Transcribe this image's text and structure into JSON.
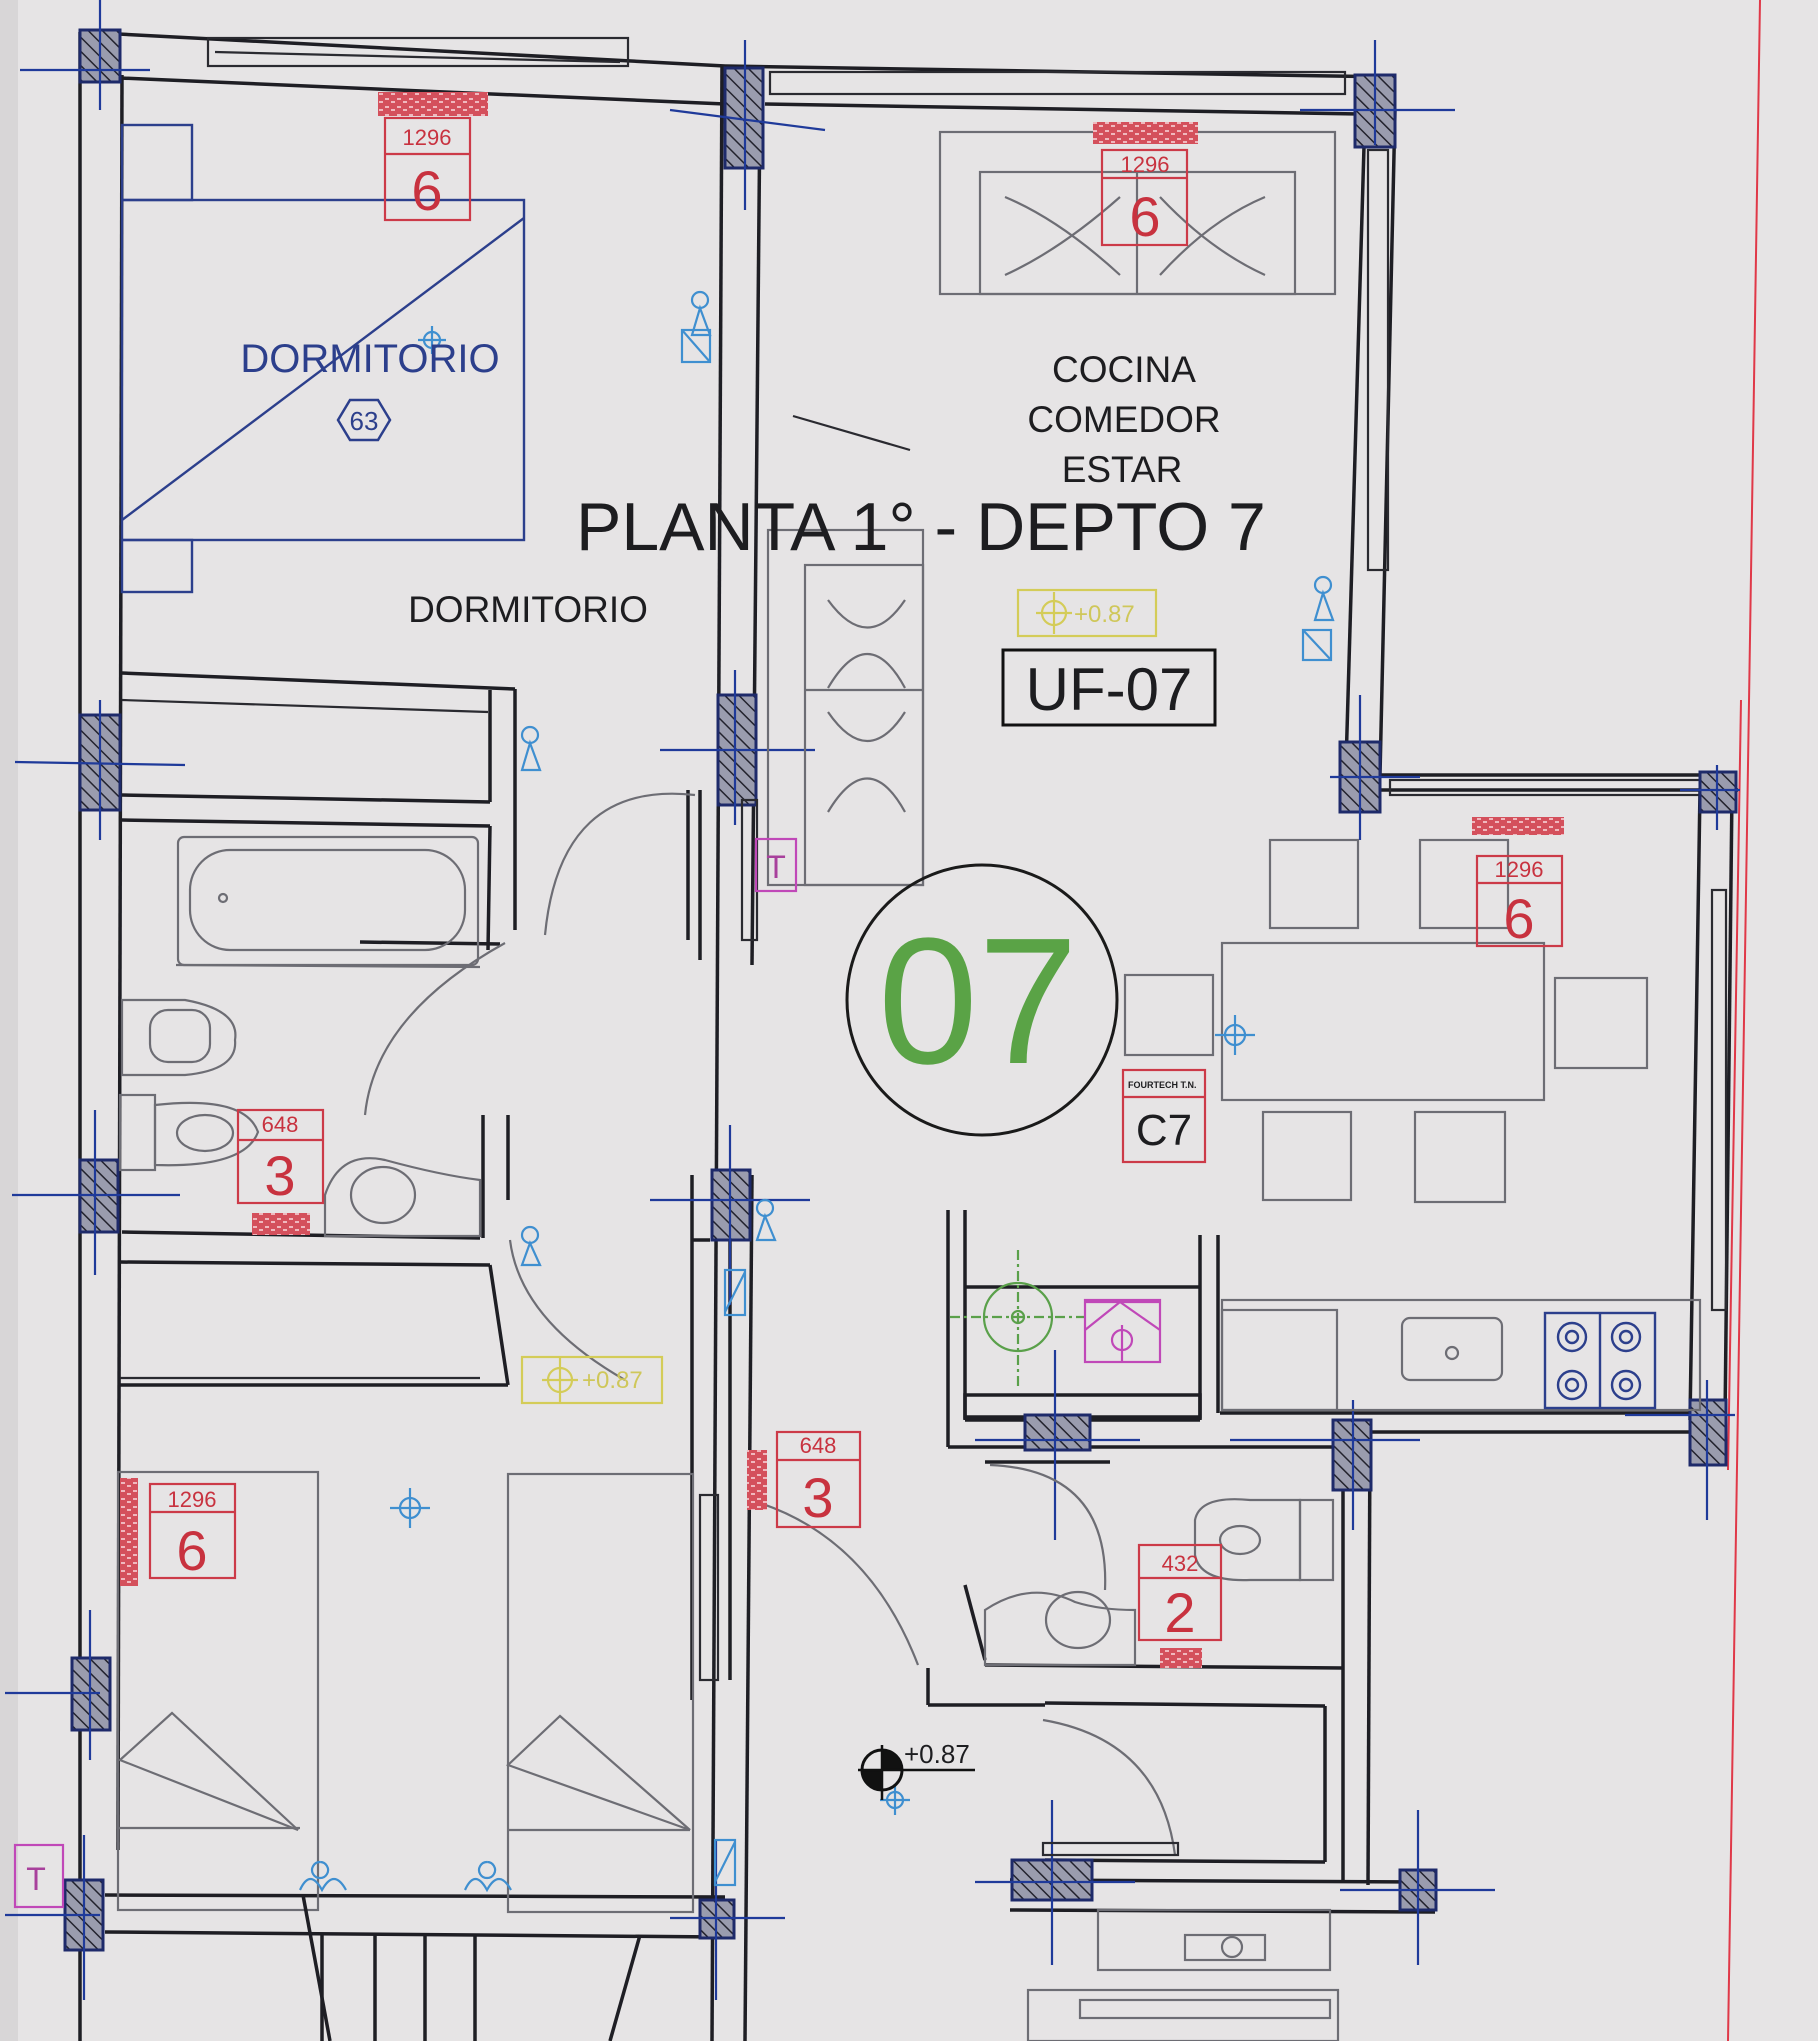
{
  "plan": {
    "title": "PLANTA 1° - DEPTO 7",
    "unit_code": "UF-07",
    "unit_number": "07",
    "level_marker": "+0.87"
  },
  "rooms": [
    {
      "name": "DORMITORIO",
      "color": "#2c3f8c",
      "tag": "63"
    },
    {
      "name": "DORMITORIO",
      "color": "#1d1d20"
    },
    {
      "name_lines": [
        "COCINA",
        "COMEDOR",
        "ESTAR"
      ],
      "color": "#1d1d20"
    }
  ],
  "heating_tags": [
    {
      "location": "dormitorio-1",
      "capacity": "1296",
      "units": "6"
    },
    {
      "location": "cocina-comedor-estar-top",
      "capacity": "1296",
      "units": "6"
    },
    {
      "location": "comedor-right",
      "capacity": "1296",
      "units": "6"
    },
    {
      "location": "bano-principal",
      "capacity": "648",
      "units": "3"
    },
    {
      "location": "dormitorio-2",
      "capacity": "1296",
      "units": "6"
    },
    {
      "location": "pasillo",
      "capacity": "648",
      "units": "3"
    },
    {
      "location": "bano-2",
      "capacity": "432",
      "units": "2"
    }
  ],
  "boiler_tag": {
    "brand": "FOURTECH T.N.",
    "code": "C7"
  },
  "level_tags": [
    {
      "value": "+0.87",
      "color": "#cfc75a",
      "location": "cocina"
    },
    {
      "value": "+0.87",
      "color": "#cfc75a",
      "location": "pasillo"
    },
    {
      "value": "+0.87",
      "color": "#1d1d20",
      "location": "acceso"
    }
  ],
  "symbols": {
    "thermostat": "T"
  },
  "colors": {
    "paper": "#e6e4e5",
    "walls": "#1e1e24",
    "electrical": "#3f8fd0",
    "heating": "#cc3a48",
    "unit_number": "#5aa346",
    "level_tag": "#cfc75a",
    "property_line": "#e03848"
  }
}
